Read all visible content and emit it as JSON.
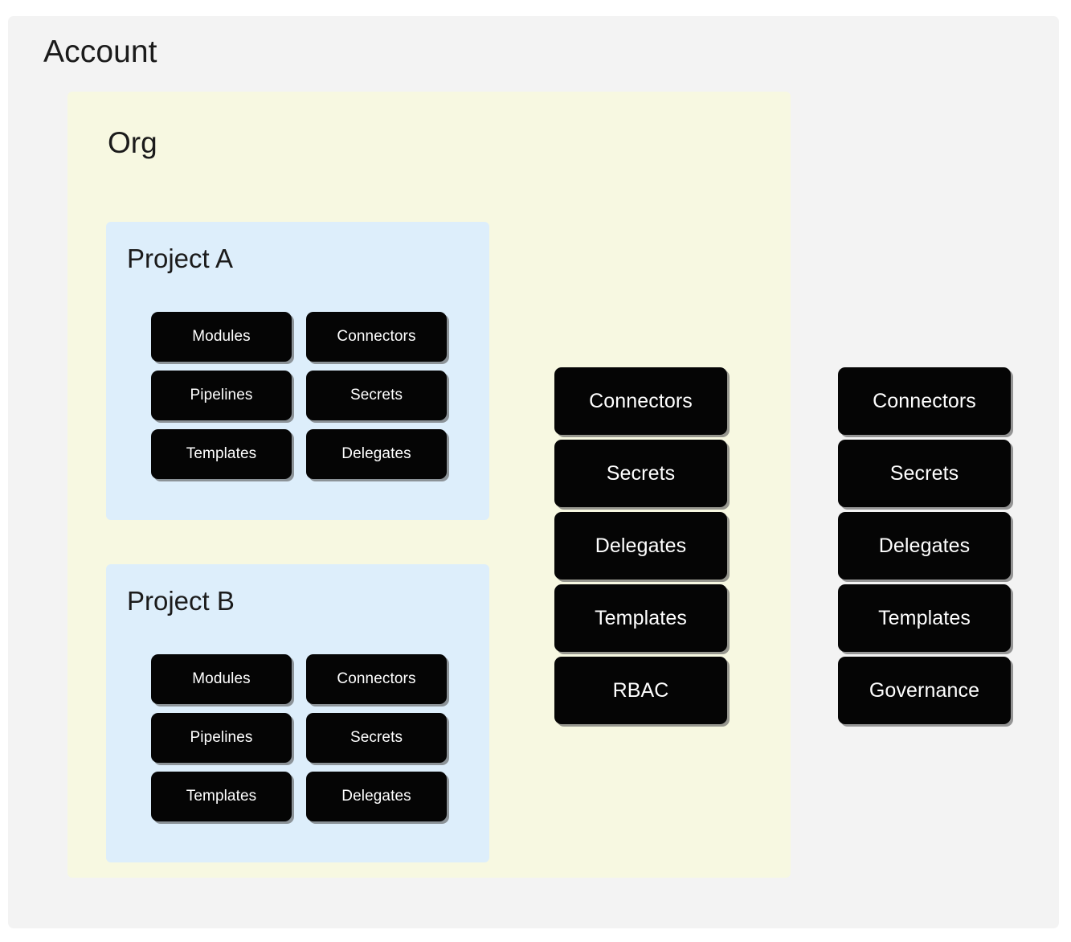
{
  "diagram": {
    "type": "nested-hierarchy-scope-diagram",
    "colors": {
      "page_background": "#ffffff",
      "account_panel": "#f3f3f3",
      "org_panel": "#f7f8e1",
      "project_panel": "#ddeefb",
      "node_fill": "#050505",
      "node_text": "#ffffff",
      "node_shadow": "#5a5a5a",
      "title_text": "#1b1b1b"
    }
  },
  "account": {
    "title": "Account",
    "resources": [
      {
        "label": "Connectors"
      },
      {
        "label": "Secrets"
      },
      {
        "label": "Delegates"
      },
      {
        "label": "Templates"
      },
      {
        "label": "Governance"
      }
    ]
  },
  "org": {
    "title": "Org",
    "resources": [
      {
        "label": "Connectors"
      },
      {
        "label": "Secrets"
      },
      {
        "label": "Delegates"
      },
      {
        "label": "Templates"
      },
      {
        "label": "RBAC"
      }
    ]
  },
  "projects": [
    {
      "title": "Project A",
      "resources": [
        {
          "label": "Modules"
        },
        {
          "label": "Connectors"
        },
        {
          "label": "Pipelines"
        },
        {
          "label": "Secrets"
        },
        {
          "label": "Templates"
        },
        {
          "label": "Delegates"
        }
      ]
    },
    {
      "title": "Project B",
      "resources": [
        {
          "label": "Modules"
        },
        {
          "label": "Connectors"
        },
        {
          "label": "Pipelines"
        },
        {
          "label": "Secrets"
        },
        {
          "label": "Templates"
        },
        {
          "label": "Delegates"
        }
      ]
    }
  ]
}
